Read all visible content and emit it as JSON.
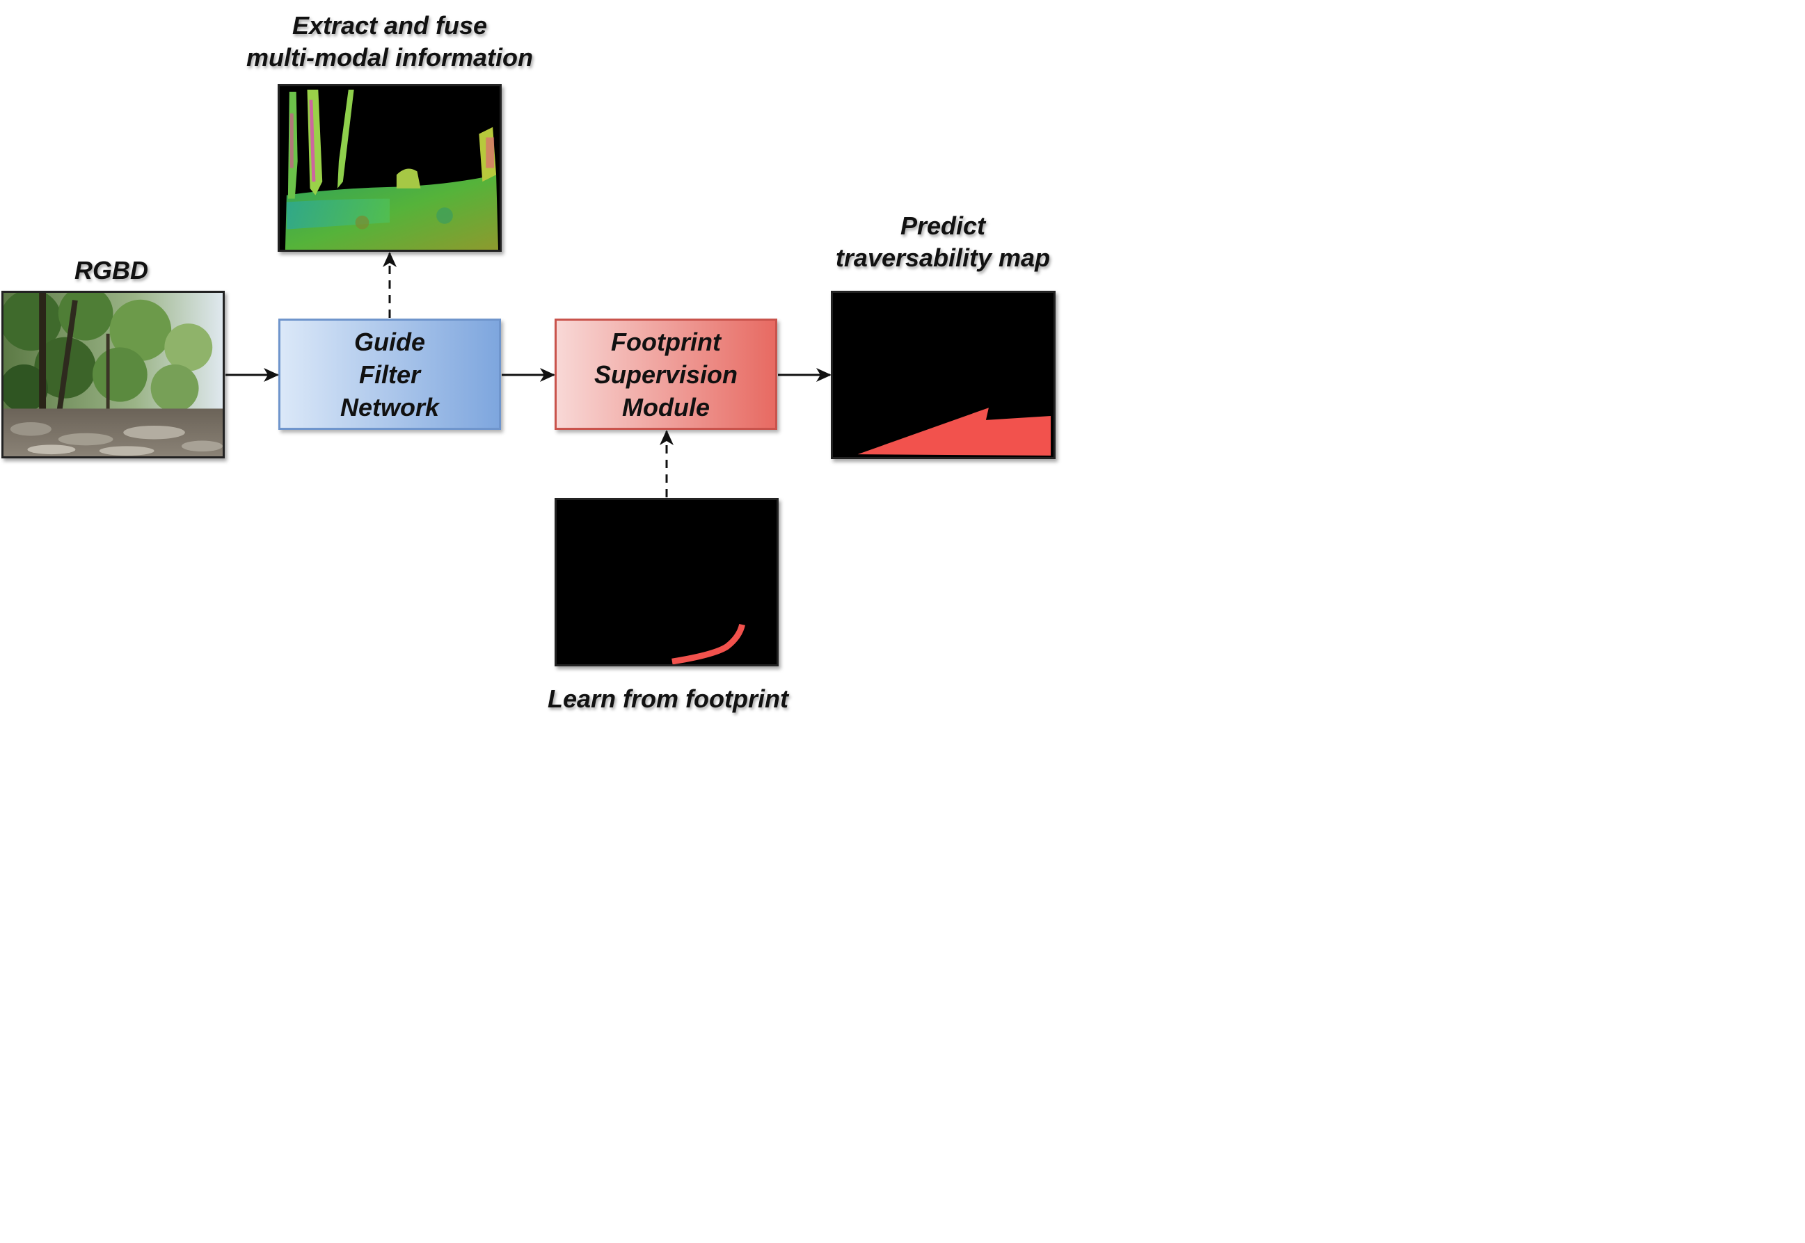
{
  "labels": {
    "rgbd": "RGBD",
    "extract_line1": "Extract and fuse",
    "extract_line2": "multi-modal information",
    "predict_line1": "Predict",
    "predict_line2": "traversability map",
    "learn": "Learn from footprint"
  },
  "boxes": {
    "guide_filter": [
      "Guide",
      "Filter",
      "Network"
    ],
    "footprint_supervision": [
      "Footprint",
      "Supervision",
      "Module"
    ]
  },
  "colors": {
    "guide_box_light": "#dbe8f8",
    "guide_box_dark": "#7ea6de",
    "footprint_box_light": "#f8d8d6",
    "footprint_box_dark": "#e76a62",
    "traversable_red": "#f2524d"
  }
}
